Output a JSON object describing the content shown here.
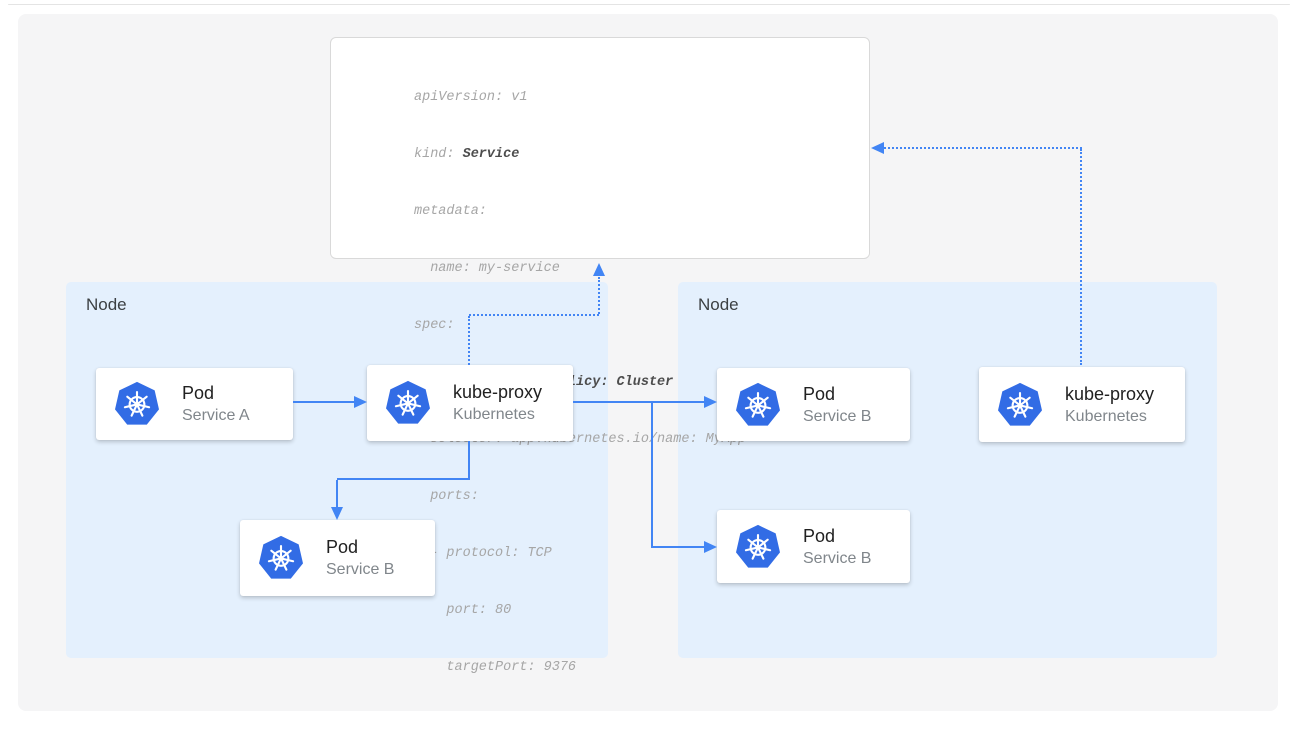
{
  "colors": {
    "arrow": "#4285f4",
    "kubernetes_blue": "#326ce5",
    "node_fill": "#e4f0fd"
  },
  "yaml": {
    "lines": [
      {
        "pre": "apiVersion: v1",
        "bold": "",
        "post": ""
      },
      {
        "pre": "kind: ",
        "bold": "Service",
        "post": ""
      },
      {
        "pre": "metadata:",
        "bold": "",
        "post": ""
      },
      {
        "pre": "  name: my-service",
        "bold": "",
        "post": ""
      },
      {
        "pre": "spec:",
        "bold": "",
        "post": ""
      },
      {
        "pre": "  ",
        "bold": "internalTrafficPolicy: Cluster",
        "post": ""
      },
      {
        "pre": "  selector: app.kubernetes.io/name: MyApp",
        "bold": "",
        "post": ""
      },
      {
        "pre": "  ports:",
        "bold": "",
        "post": ""
      },
      {
        "pre": "  - protocol: TCP",
        "bold": "",
        "post": ""
      },
      {
        "pre": "    port: 80",
        "bold": "",
        "post": ""
      },
      {
        "pre": "    targetPort: 9376",
        "bold": "",
        "post": ""
      }
    ]
  },
  "nodes": {
    "left": {
      "label": "Node"
    },
    "right": {
      "label": "Node"
    }
  },
  "cards": {
    "pod_a": {
      "title": "Pod",
      "subtitle": "Service A"
    },
    "kube_proxy_left": {
      "title": "kube-proxy",
      "subtitle": "Kubernetes"
    },
    "pod_b_left": {
      "title": "Pod",
      "subtitle": "Service B"
    },
    "pod_b_right_top": {
      "title": "Pod",
      "subtitle": "Service B"
    },
    "pod_b_right_bottom": {
      "title": "Pod",
      "subtitle": "Service B"
    },
    "kube_proxy_right": {
      "title": "kube-proxy",
      "subtitle": "Kubernetes"
    }
  }
}
